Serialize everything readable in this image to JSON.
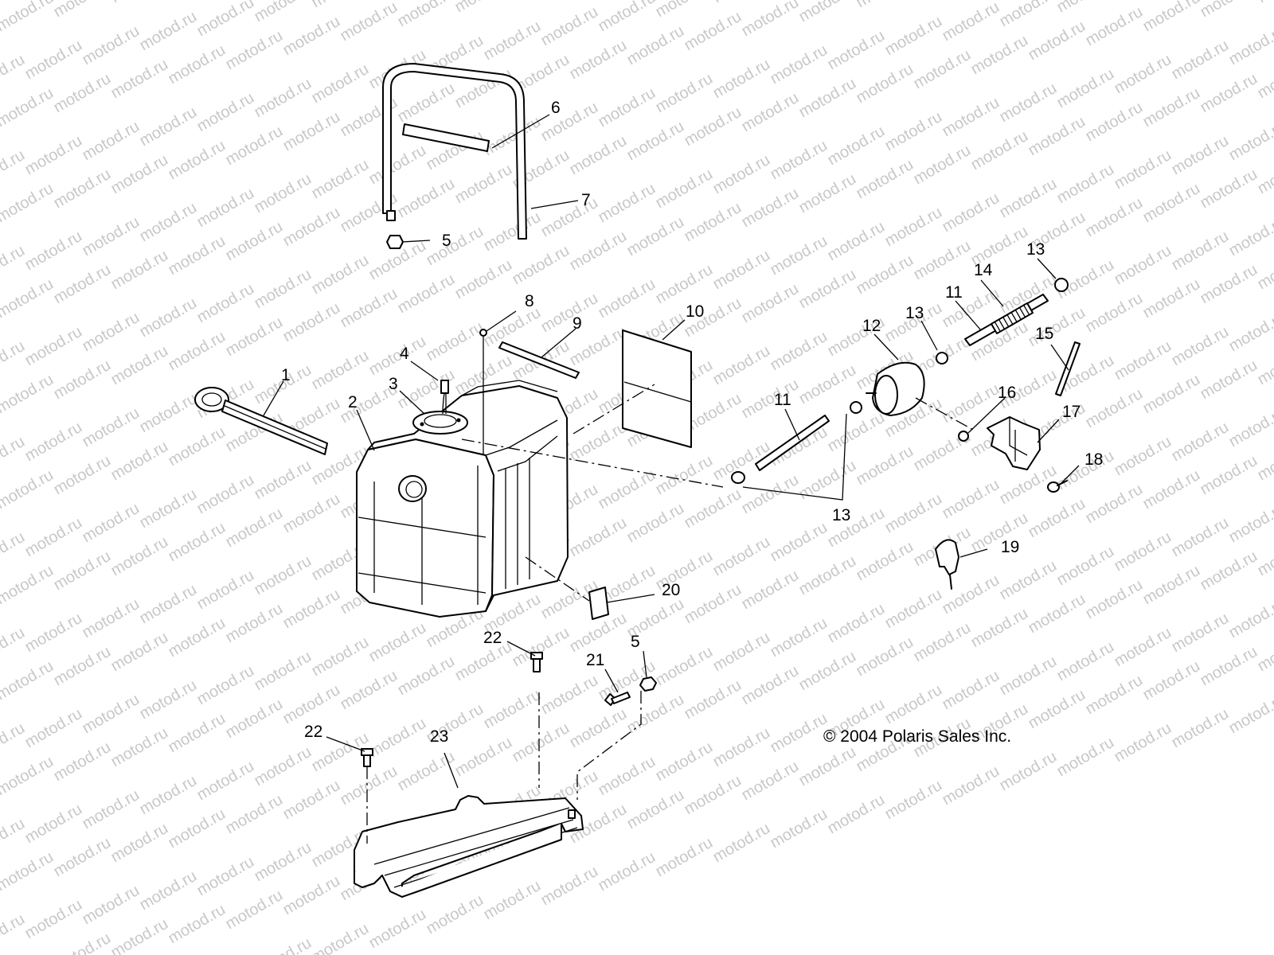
{
  "watermark": "motod.ru",
  "copyright": "© 2004 Polaris Sales Inc.",
  "callouts": [
    "1",
    "2",
    "3",
    "4",
    "5",
    "5",
    "6",
    "7",
    "8",
    "9",
    "10",
    "11",
    "11",
    "12",
    "13",
    "13",
    "13",
    "14",
    "15",
    "16",
    "17",
    "18",
    "19",
    "20",
    "21",
    "22",
    "22",
    "23"
  ],
  "colors": {
    "line": "#000000",
    "background": "#ffffff",
    "watermark": "#c8c8c8"
  }
}
